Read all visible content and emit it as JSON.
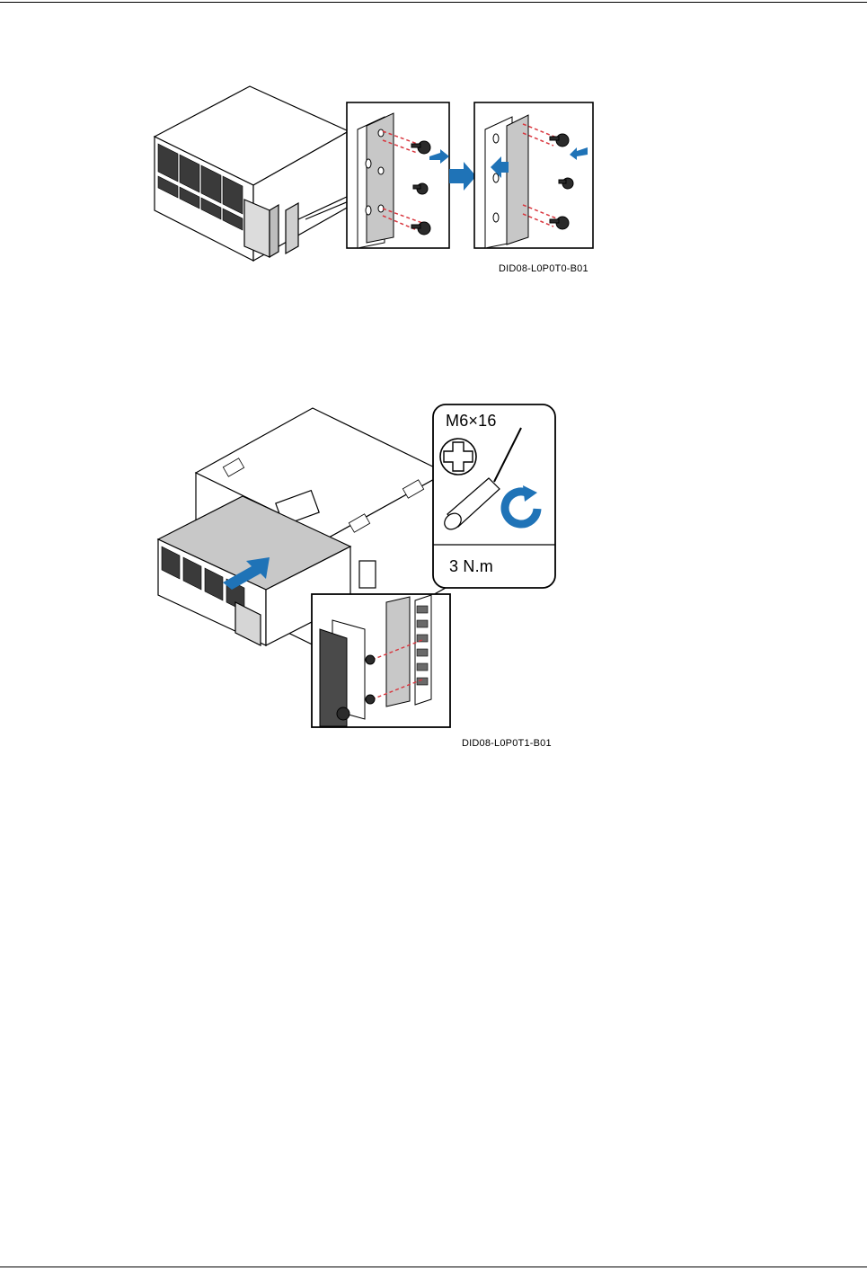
{
  "figure1": {
    "code": "DID08-L0P0T0-B01"
  },
  "figure2": {
    "code": "DID08-L0P0T1-B01",
    "screw_spec": "M6×16",
    "torque": "3 N.m"
  },
  "colors": {
    "arrow_blue": "#1f73b7",
    "screw_line_red": "#d9363e",
    "panel_gray": "#c8c8c8",
    "outline": "#000000"
  }
}
